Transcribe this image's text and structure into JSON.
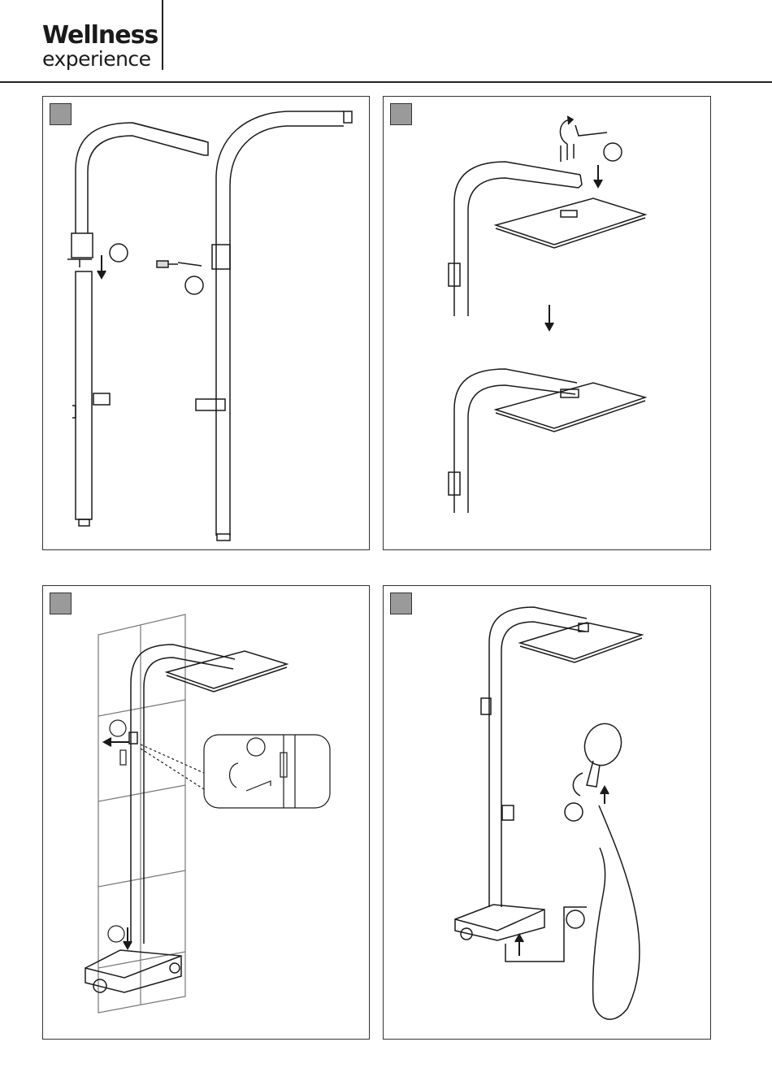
{
  "brand": {
    "line1": "Wellness",
    "line2": "experience"
  },
  "panels": [
    {
      "id": "panel-1",
      "step_box_color": "#9a9a9a"
    },
    {
      "id": "panel-2",
      "step_box_color": "#9a9a9a"
    },
    {
      "id": "panel-3",
      "step_box_color": "#9a9a9a"
    },
    {
      "id": "panel-4",
      "step_box_color": "#9a9a9a"
    }
  ],
  "colors": {
    "line": "#1a1a1a",
    "panel_border": "#333333",
    "step_box": "#9a9a9a",
    "shade": "#d9d9d9"
  }
}
